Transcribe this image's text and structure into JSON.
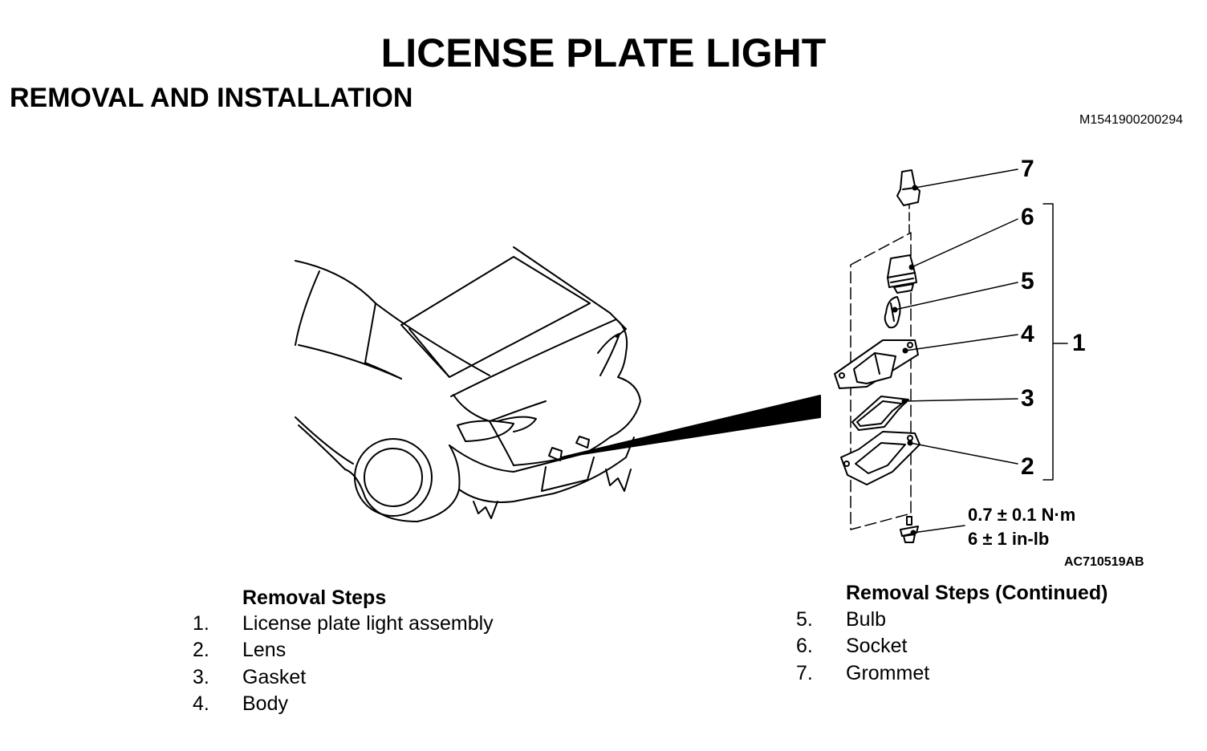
{
  "header": {
    "title": "LICENSE PLATE LIGHT",
    "subtitle": "REMOVAL AND INSTALLATION",
    "doc_id": "M1541900200294"
  },
  "illustration": {
    "id": "AC710519AB",
    "callouts": [
      "7",
      "6",
      "5",
      "4",
      "3",
      "2",
      "1"
    ],
    "torque": {
      "metric": "0.7 ± 0.1 N·m",
      "imperial": "6 ± 1 in-lb"
    }
  },
  "removal_steps": {
    "heading": "Removal Steps",
    "items": [
      {
        "num": "1.",
        "label": "License plate light assembly"
      },
      {
        "num": "2.",
        "label": "Lens"
      },
      {
        "num": "3.",
        "label": "Gasket"
      },
      {
        "num": "4.",
        "label": "Body"
      }
    ]
  },
  "removal_steps_continued": {
    "heading": "Removal Steps (Continued)",
    "items": [
      {
        "num": "5.",
        "label": "Bulb"
      },
      {
        "num": "6.",
        "label": "Socket"
      },
      {
        "num": "7.",
        "label": "Grommet"
      }
    ]
  }
}
